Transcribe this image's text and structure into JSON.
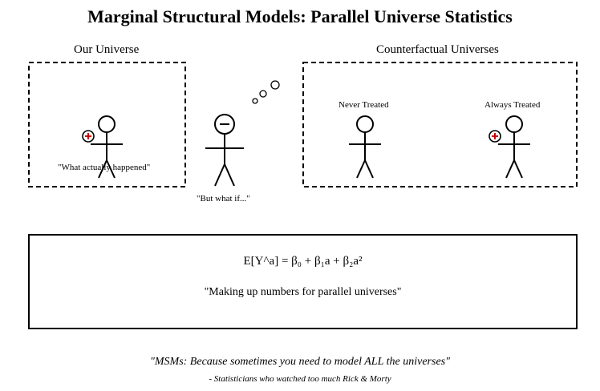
{
  "title": "Marginal Structural Models: Parallel Universe Statistics",
  "our_universe": {
    "label": "Our Universe",
    "caption": "\"What actually happened\""
  },
  "thinker": {
    "caption": "\"But what if...\""
  },
  "counterfactual": {
    "label": "Counterfactual Universes",
    "never_treated": "Never Treated",
    "always_treated": "Always Treated"
  },
  "formula": {
    "equation": "E[Y^a] = β₀ + β₁a + β₂a²",
    "caption": "\"Making up numbers for parallel universes\""
  },
  "footer": {
    "quote": "\"MSMs: Because sometimes you need to model ALL the universes\"",
    "attribution": "- Statisticians who watched too much Rick & Morty"
  },
  "colors": {
    "treated_plus": "#cc0000",
    "stroke": "#000000"
  },
  "icons": [
    "plus-circle-icon",
    "minus-circle-icon",
    "thought-bubble-icon"
  ]
}
